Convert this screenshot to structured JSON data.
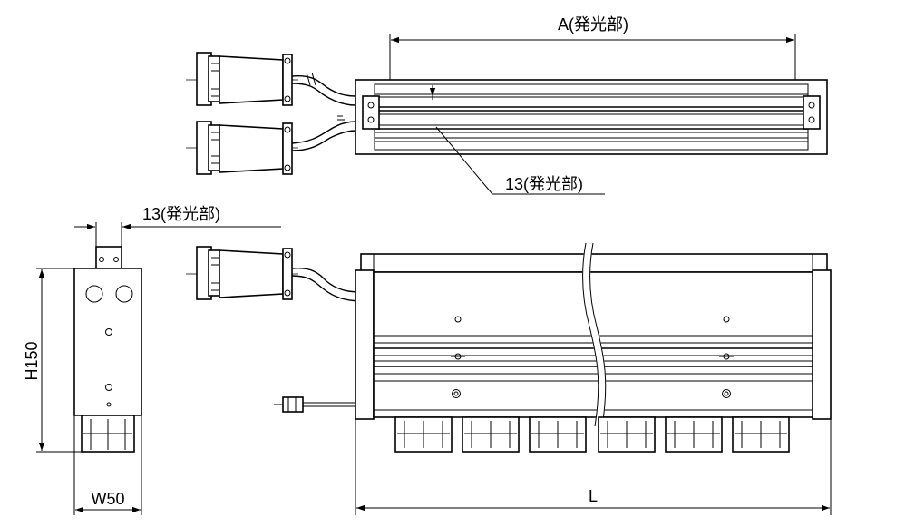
{
  "dimensions": {
    "top_length": "A(発光部)",
    "top_emitter_width": "13(発光部)",
    "side_emitter_width": "13(発光部)",
    "height": "H150",
    "width": "W50",
    "length": "L"
  },
  "colors": {
    "line": "#000000",
    "background": "#ffffff",
    "fill_gray": "#dddddd"
  }
}
